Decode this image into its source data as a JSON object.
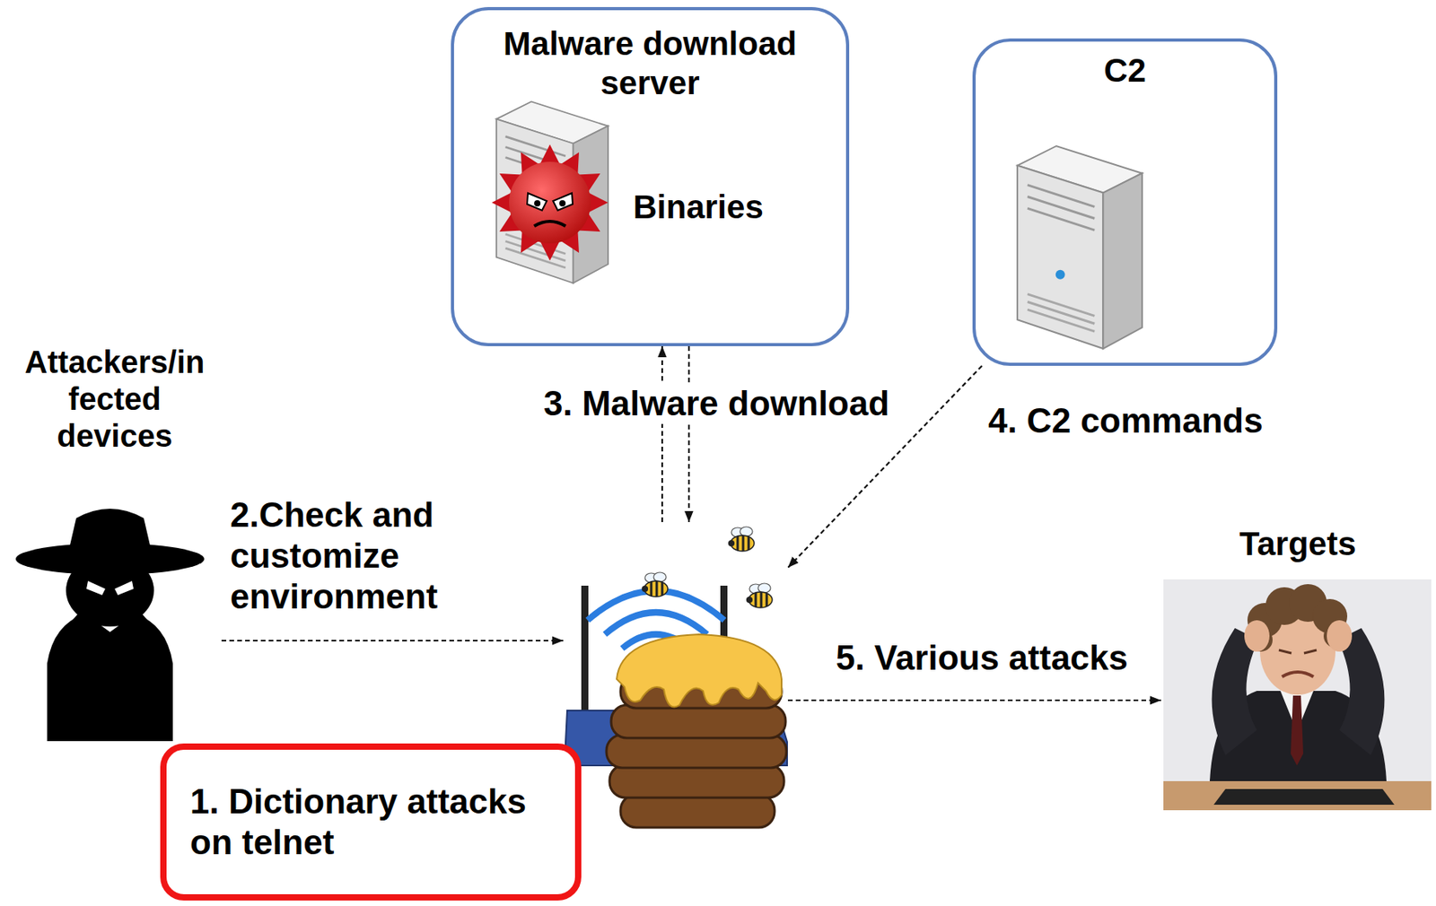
{
  "diagram": {
    "nodes": [
      {
        "text": [
          "Malware download server",
          "Binaries"
        ]
      },
      {
        "text": [
          "C2"
        ]
      },
      {
        "text": [
          "Attackers/in fected devices"
        ]
      },
      {
        "text": []
      },
      {
        "text": [
          "Targets"
        ]
      },
      {
        "text": [
          "1. Dictionary attacks on telnet"
        ]
      }
    ],
    "edges": [
      {
        "from": 2,
        "to": 3,
        "label": "2.Check and customize environment",
        "arrow": "to"
      },
      {
        "from": 3,
        "to": 0,
        "label": "3. Malware download",
        "arrow": "to"
      },
      {
        "from": 0,
        "to": 3,
        "arrow": "to"
      },
      {
        "from": 1,
        "to": 3,
        "label": "4. C2 commands",
        "arrow": "to"
      },
      {
        "from": 3,
        "to": 4,
        "label": "5. Various attacks",
        "arrow": "to"
      }
    ]
  }
}
